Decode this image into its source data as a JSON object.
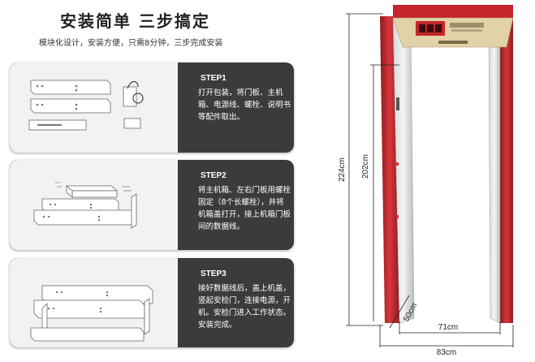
{
  "header": {
    "title": "安装简单 三步搞定",
    "subtitle": "模块化设计，安装方便，只需8分钟，三步完成安装"
  },
  "steps": [
    {
      "label": "STEP1",
      "text": "打开包装，将门板、主机箱、电源线、螺栓、说明书等配件取出。"
    },
    {
      "label": "STEP2",
      "text": "将主机箱、左右门板用螺栓固定（8个长螺栓），并将机箱盖打开，接上机箱门板间的数据线。"
    },
    {
      "label": "STEP3",
      "text": "接好数据线后，盖上机盖，竖起安检门，连接电源，开机。安检门进入工作状态。安装完成。"
    }
  ],
  "dimensions": {
    "total_height": "224cm",
    "inner_height": "202cm",
    "depth": "50cm",
    "inner_width": "71cm",
    "total_width": "83cm"
  },
  "colors": {
    "card_dark": "#3b3b3b",
    "pillar_red": "#c4262b",
    "head_tan": "#e2d2a8"
  }
}
